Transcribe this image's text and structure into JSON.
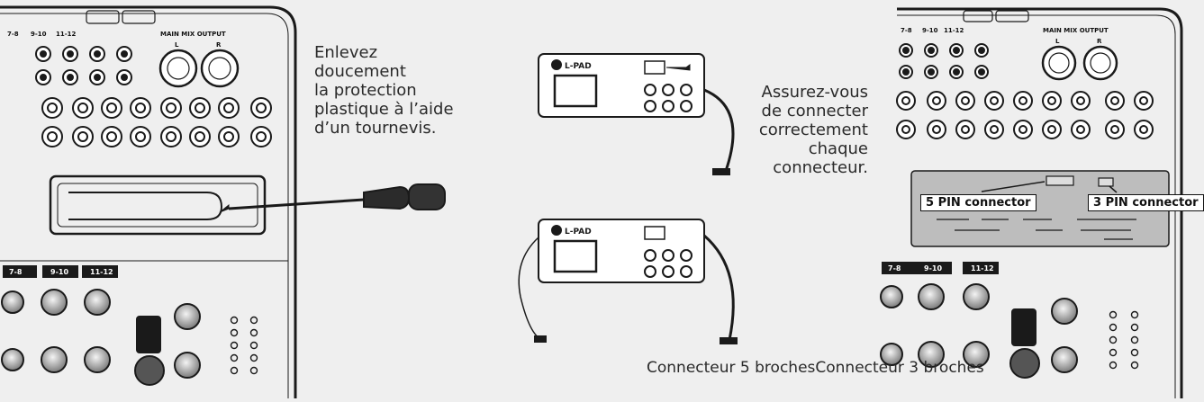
{
  "step1": {
    "caption": [
      "Enlevez",
      "doucement",
      "la protection",
      "plastique à l’aide",
      "d’un tournevis."
    ],
    "panel_top_labels": [
      "7-8",
      "9-10",
      "11-12",
      "MAIN MIX OUTPUT",
      "L",
      "R"
    ],
    "panel_bottom_labels": [
      "7-8",
      "9-10",
      "11-12"
    ]
  },
  "step2": {
    "caption": [
      "Assurez-vous",
      "de connecter",
      "correctement",
      "chaque",
      "connecteur."
    ],
    "module_brand": "L-PAD"
  },
  "step3": {
    "panel_top_labels": [
      "7-8",
      "9-10",
      "11-12",
      "MAIN MIX OUTPUT",
      "L",
      "R"
    ],
    "panel_bottom_labels": [
      "7-8",
      "9-10",
      "11-12"
    ],
    "tag_5pin": "5 PIN connector",
    "tag_3pin": "3 PIN connector"
  },
  "bottom_caption": "Connecteur 5 brochesConnecteur 3 broches",
  "colors": {
    "background": "#efefef",
    "line": "#1a1a1a",
    "cavity": "#bdbdbd"
  }
}
